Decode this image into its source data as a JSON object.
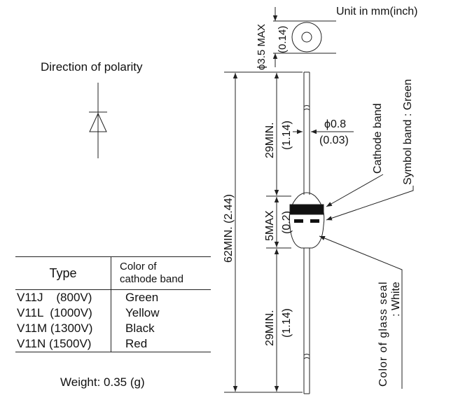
{
  "unit_label": "Unit in mm(inch)",
  "polarity_label": "Direction of polarity",
  "weight_label": "Weight: 0.35 (g)",
  "table": {
    "header_type": "Type",
    "header_color_line1": "Color of",
    "header_color_line2": "cathode band",
    "rows": [
      {
        "type": "V11J    (800V)",
        "color": "Green"
      },
      {
        "type": "V11L  (1000V)",
        "color": "Yellow"
      },
      {
        "type": "V11M (1300V)",
        "color": "Black"
      },
      {
        "type": "V11N (1500V)",
        "color": "Red"
      }
    ]
  },
  "dimensions": {
    "diameter_max": "ϕ3.5 MAX",
    "diameter_max_inch": "(0.14)",
    "lead_diameter": "ϕ0.8",
    "lead_diameter_inch": "(0.03)",
    "total_length": "62MIN. (2.44)",
    "lead_upper": "29MIN.",
    "lead_upper_inch": "(1.14)",
    "body_length": "5MAX",
    "body_length_inch": "(0.2)",
    "lead_lower": "29MIN.",
    "lead_lower_inch": "(1.14)"
  },
  "callouts": {
    "cathode_band": "Cathode band",
    "symbol_band": "Symbol band : Green",
    "glass_seal_line1": "Color of glass seal",
    "glass_seal_line2": ": White"
  }
}
